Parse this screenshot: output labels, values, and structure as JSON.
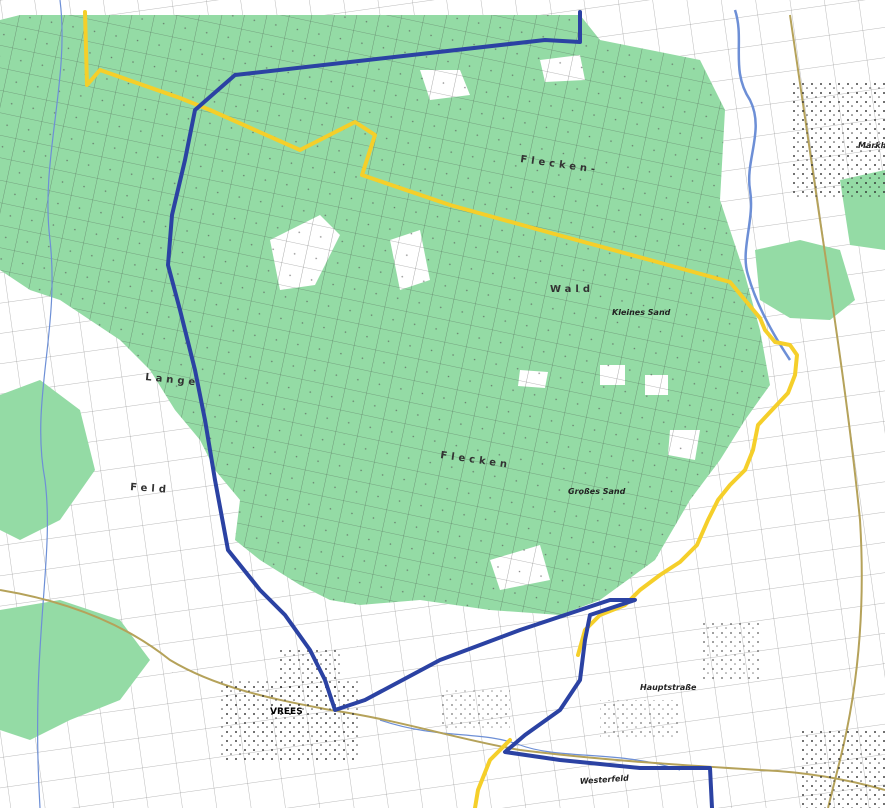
{
  "map": {
    "colors": {
      "forest": "#94dba5",
      "background": "#ffffff",
      "boundary_blue": "#2b42a3",
      "route_yellow": "#f5cf2a",
      "river_blue": "#6d8fd6",
      "road_olive": "#b5a25a",
      "grid_dark": "#3b3b3b",
      "settlement": "#2e2e2e"
    },
    "labels": {
      "town": "VREES",
      "locality_east": "Markhausen",
      "forest_label_1": "Kleines Sand",
      "forest_label_2": "Großes Sand",
      "region_west_1": "Lange",
      "region_west_2": "Feld",
      "region_north": "Flecken-",
      "region_mid": "Wald",
      "region_south": "Flecken",
      "road_label": "Hauptstraße",
      "area_south": "Westerfeld"
    }
  }
}
